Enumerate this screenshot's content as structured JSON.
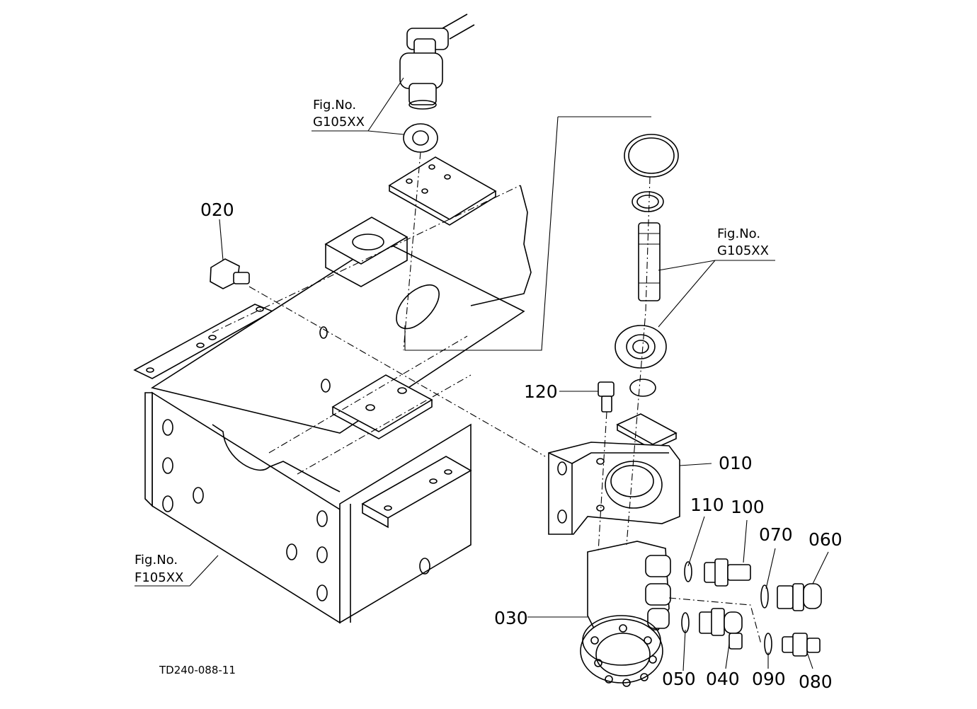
{
  "diagram": {
    "drawing_code": "TD240-088-11",
    "figure_refs": [
      {
        "id": "ref-steering-column",
        "line1": "Fig.No.",
        "line2": "G105XX"
      },
      {
        "id": "ref-steering-shaft",
        "line1": "Fig.No.",
        "line2": "G105XX"
      },
      {
        "id": "ref-frame",
        "line1": "Fig.No.",
        "line2": "F105XX"
      }
    ],
    "parts": [
      {
        "id": "p010",
        "label": "010"
      },
      {
        "id": "p020",
        "label": "020"
      },
      {
        "id": "p030",
        "label": "030"
      },
      {
        "id": "p040",
        "label": "040"
      },
      {
        "id": "p050",
        "label": "050"
      },
      {
        "id": "p060",
        "label": "060"
      },
      {
        "id": "p070",
        "label": "070"
      },
      {
        "id": "p080",
        "label": "080"
      },
      {
        "id": "p090",
        "label": "090"
      },
      {
        "id": "p100",
        "label": "100"
      },
      {
        "id": "p110",
        "label": "110"
      },
      {
        "id": "p120",
        "label": "120"
      }
    ]
  }
}
